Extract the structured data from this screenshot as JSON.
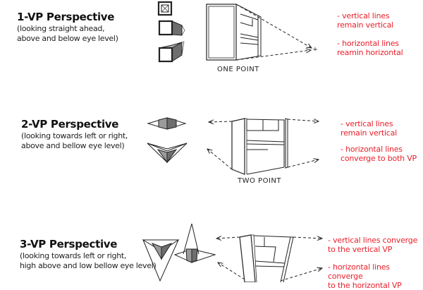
{
  "sections": [
    {
      "title": "1-VP Perspective",
      "subtitle_line1": "(looking straight ahead,",
      "subtitle_line2": "above and below eye level)",
      "caption": "ONE POINT",
      "notes": [
        {
          "line1": "- vertical lines",
          "line2": "remain vertical"
        },
        {
          "line1": "- horizontal lines",
          "line2": "reamin horizontal"
        }
      ]
    },
    {
      "title": "2-VP Perspective",
      "subtitle_line1": "(looking towards left or right,",
      "subtitle_line2": "above and bellow eye level)",
      "caption": "TWO POINT",
      "notes": [
        {
          "line1": "- vertical lines",
          "line2": "remain vertical"
        },
        {
          "line1": "- horizontal lines",
          "line2": "converge to both VP"
        }
      ]
    },
    {
      "title": "3-VP Perspective",
      "subtitle_line1": "(looking towards left or right,",
      "subtitle_line2": "high above and low bellow eye level)",
      "notes": [
        {
          "line1": "- vertical lines converge",
          "line2": "to the vertical VP"
        },
        {
          "line1": "- horizontal lines converge",
          "line2": "to the horizontal VP"
        }
      ]
    }
  ],
  "colors": {
    "note_red": "#e8202a",
    "shade_dark": "#6e6e6e",
    "shade_mid": "#9a9a9a",
    "line": "#222222"
  }
}
